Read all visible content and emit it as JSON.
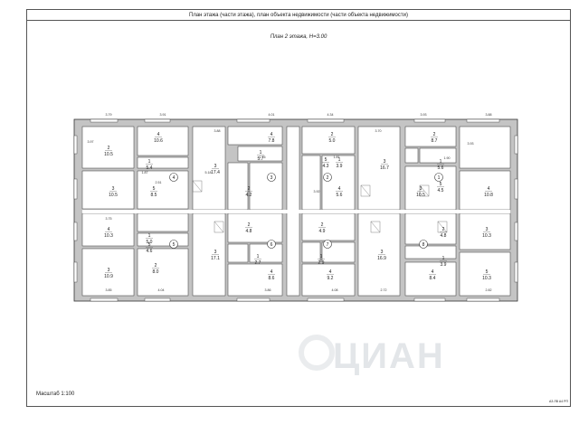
{
  "sheet": {
    "header": "План этажа (части этажа), план объекта недвижимости (части объекта недвижимости)",
    "subtitle": "План 2 этажа, Н=3.00",
    "scale": "Масштаб 1:100",
    "code": "А3 ЛВ А4 РП"
  },
  "plan": {
    "apartments": [
      {
        "number": "1",
        "rooms": [
          {
            "no": "1",
            "area": "5.6"
          },
          {
            "no": "2",
            "area": "8.7"
          },
          {
            "no": "3",
            "area": "10.5"
          },
          {
            "no": "4",
            "area": "10.8"
          },
          {
            "no": "5",
            "area": "4.5"
          }
        ]
      },
      {
        "number": "2",
        "rooms": [
          {
            "no": "1",
            "area": "3.9"
          },
          {
            "no": "2",
            "area": "5.0"
          },
          {
            "no": "3",
            "area": "16.7"
          },
          {
            "no": "4",
            "area": "5.6"
          },
          {
            "no": "5",
            "area": "4.3"
          }
        ]
      },
      {
        "number": "3",
        "rooms": [
          {
            "no": "1",
            "area": "5.7"
          },
          {
            "no": "2",
            "area": "4.2"
          },
          {
            "no": "3",
            "area": "17.4"
          },
          {
            "no": "4",
            "area": "7.8"
          }
        ]
      },
      {
        "number": "4",
        "rooms": [
          {
            "no": "1",
            "area": "5.4"
          },
          {
            "no": "2",
            "area": "10.5"
          },
          {
            "no": "3",
            "area": "10.5"
          },
          {
            "no": "4",
            "area": "10.6"
          },
          {
            "no": "5",
            "area": "8.5"
          }
        ]
      },
      {
        "number": "5",
        "rooms": [
          {
            "no": "1",
            "area": "5.0"
          },
          {
            "no": "2",
            "area": "8.0"
          },
          {
            "no": "3",
            "area": "10.9"
          },
          {
            "no": "4",
            "area": "10.3"
          },
          {
            "no": "5",
            "area": "4.6"
          }
        ]
      },
      {
        "number": "6",
        "rooms": [
          {
            "no": "1",
            "area": "2.7"
          },
          {
            "no": "2",
            "area": "4.8"
          },
          {
            "no": "3",
            "area": "17.1"
          },
          {
            "no": "4",
            "area": "8.6"
          }
        ]
      },
      {
        "number": "7",
        "rooms": [
          {
            "no": "1",
            "area": "2.9"
          },
          {
            "no": "2",
            "area": "4.9"
          },
          {
            "no": "3",
            "area": "16.9"
          },
          {
            "no": "4",
            "area": "9.2"
          }
        ]
      },
      {
        "number": "8",
        "rooms": [
          {
            "no": "1",
            "area": "3.9"
          },
          {
            "no": "2",
            "area": "4.8"
          },
          {
            "no": "3",
            "area": "10.3"
          },
          {
            "no": "4",
            "area": "8.4"
          },
          {
            "no": "5",
            "area": "10.3"
          }
        ]
      }
    ],
    "dimensions": [
      "3.79",
      "3.91",
      "3.88",
      "4.01",
      "4.34",
      "3.93",
      "3.88",
      "3.70",
      "5.18",
      "3.97",
      "3.92",
      "3.75",
      "3.93",
      "3.85",
      "4.04",
      "3.86",
      "4.08",
      "2.72",
      "2.82",
      "2.51",
      "1.76",
      "1.81",
      "1.87",
      "1.90"
    ]
  }
}
